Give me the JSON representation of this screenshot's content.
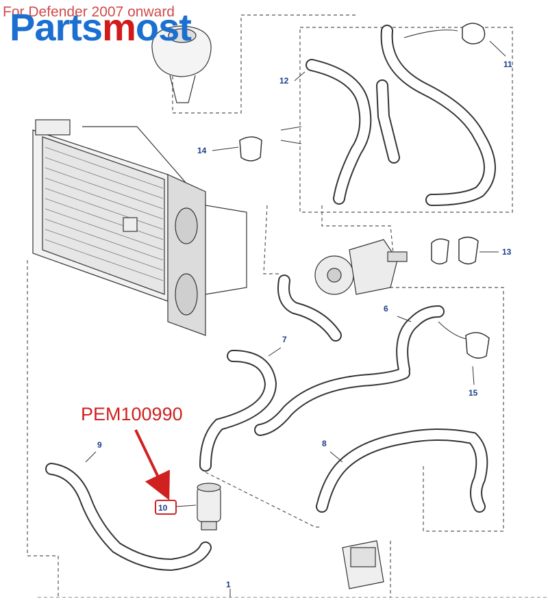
{
  "header": {
    "subtitle": "For Defender 2007 onward",
    "brand_part1": "Parts",
    "brand_part2": "m",
    "brand_part3": "ost"
  },
  "callout": {
    "part_number": "PEM100990",
    "target_label": "10"
  },
  "labels": {
    "l1": "1",
    "l6": "6",
    "l7": "7",
    "l8": "8",
    "l9": "9",
    "l10": "10",
    "l11": "11",
    "l12": "12",
    "l13": "13",
    "l14": "14",
    "l15": "15"
  },
  "colors": {
    "brand_blue": "#1a6fd1",
    "brand_red": "#d11a1a",
    "callout_red": "#d02020",
    "label_blue": "#1b3c8c"
  }
}
